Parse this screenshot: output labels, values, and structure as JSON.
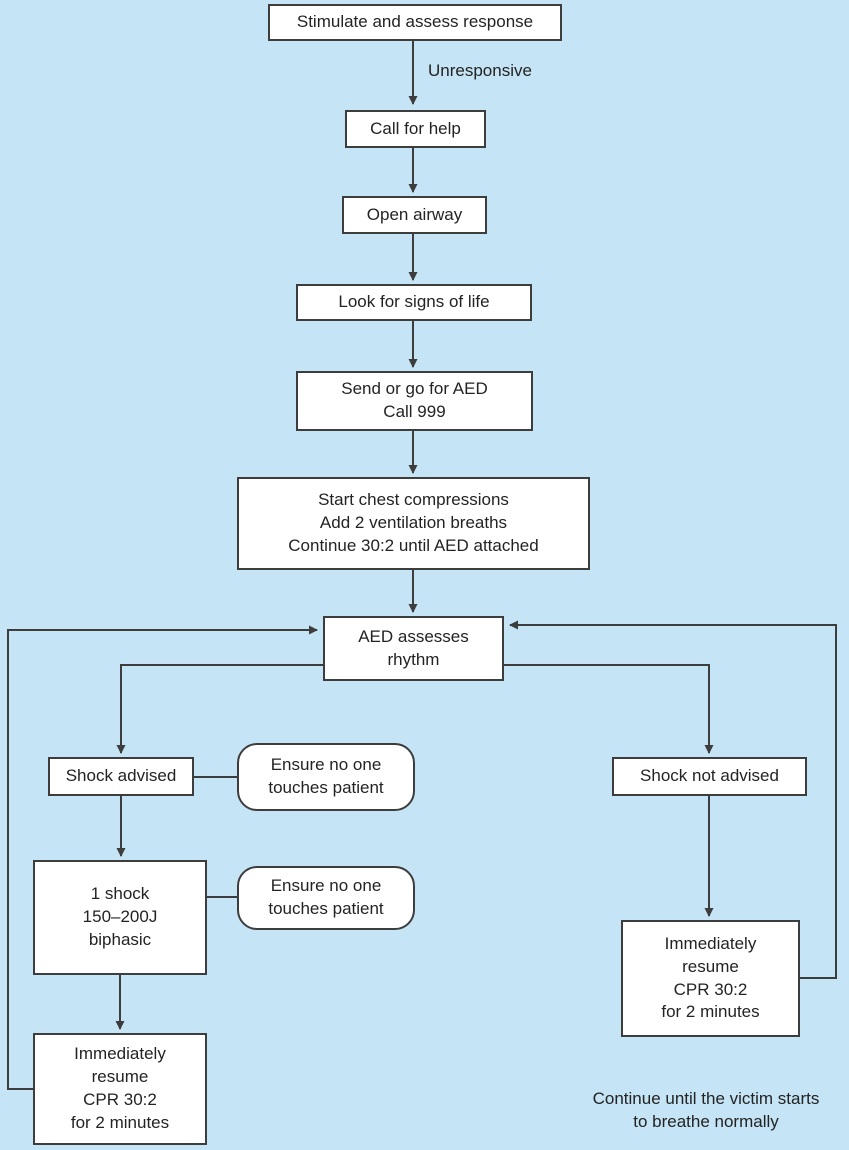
{
  "diagram": {
    "title_hint": "AED / CPR resuscitation algorithm flowchart",
    "background_color": "#c5e4f5",
    "box_fill_color": "#ffffff",
    "line_color": "#3d3d3d",
    "text_color": "#232323"
  },
  "nodes": {
    "stimulate": {
      "text": "Stimulate and assess response"
    },
    "unresponsive_label": {
      "text": "Unresponsive"
    },
    "call_for_help": {
      "text": "Call for help"
    },
    "open_airway": {
      "text": "Open airway"
    },
    "look_for_signs": {
      "text": "Look for signs of life"
    },
    "send_for_aed": {
      "text": "Send or go for AED\nCall 999"
    },
    "start_compressions": {
      "text": "Start chest compressions\nAdd 2 ventilation breaths\nContinue 30:2 until AED attached"
    },
    "aed_assesses": {
      "text": "AED assesses\nrhythm"
    },
    "shock_advised": {
      "text": "Shock advised"
    },
    "ensure_no_touch_1": {
      "text": "Ensure no one\ntouches patient"
    },
    "shock_not_advised": {
      "text": "Shock not advised"
    },
    "one_shock": {
      "text": "1 shock\n150–200J\nbiphasic"
    },
    "ensure_no_touch_2": {
      "text": "Ensure no one\ntouches patient"
    },
    "resume_cpr_left": {
      "text": "Immediately\nresume\nCPR 30:2\nfor 2 minutes"
    },
    "resume_cpr_right": {
      "text": "Immediately\nresume\nCPR 30:2\nfor 2 minutes"
    },
    "continue_note": {
      "text": "Continue until the victim starts\nto breathe normally"
    }
  }
}
